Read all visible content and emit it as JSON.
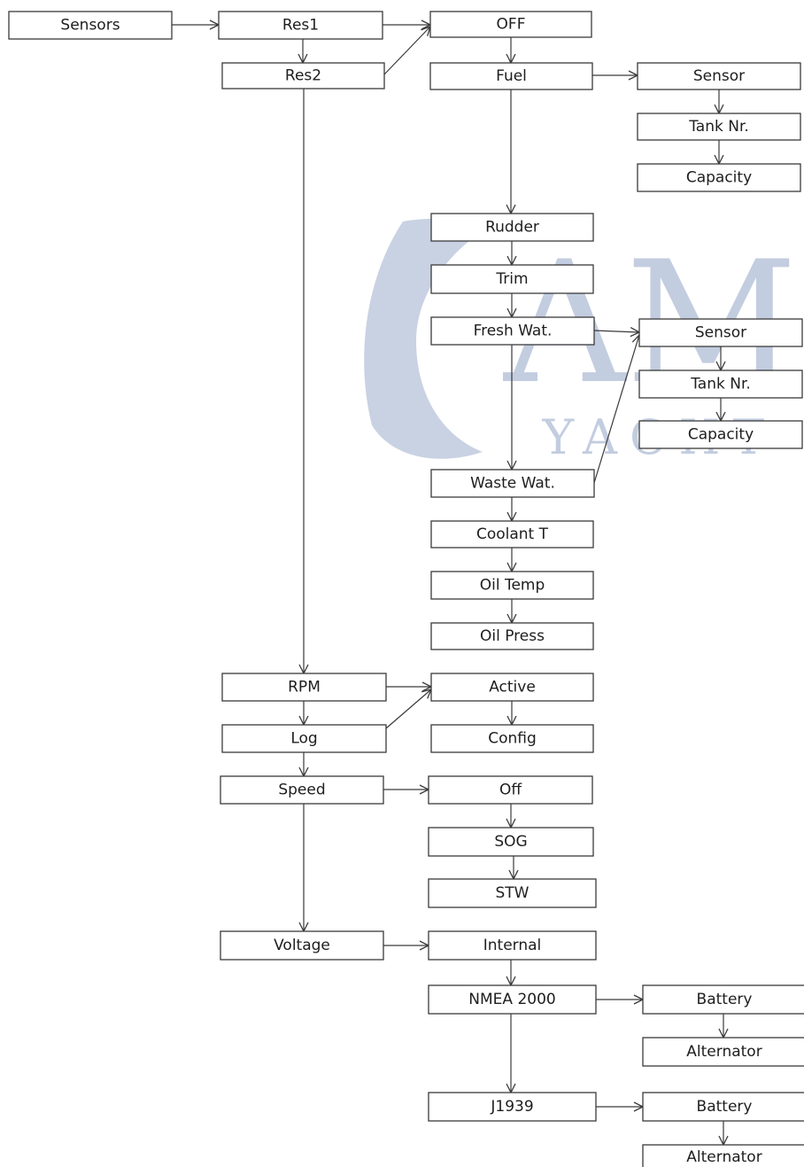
{
  "watermark": {
    "big": "AM",
    "sub": "YACHT"
  },
  "colors": {
    "stroke": "#3a3a3a",
    "watermark": "#c3cde0"
  },
  "nodes": {
    "sensors": "Sensors",
    "res1": "Res1",
    "res2": "Res2",
    "off_top": "OFF",
    "fuel": "Fuel",
    "fuel_sensor": "Sensor",
    "fuel_tank": "Tank Nr.",
    "fuel_capacity": "Capacity",
    "rudder": "Rudder",
    "trim": "Trim",
    "fresh_wat": "Fresh Wat.",
    "water_sensor": "Sensor",
    "water_tank": "Tank Nr.",
    "water_capacity": "Capacity",
    "waste_wat": "Waste Wat.",
    "coolant_t": "Coolant T",
    "oil_temp": "Oil Temp",
    "oil_press": "Oil Press",
    "rpm": "RPM",
    "log": "Log",
    "active": "Active",
    "config": "Config",
    "speed": "Speed",
    "speed_off": "Off",
    "sog": "SOG",
    "stw": "STW",
    "voltage": "Voltage",
    "internal": "Internal",
    "nmea2000": "NMEA 2000",
    "nmea_battery": "Battery",
    "nmea_alternator": "Alternator",
    "j1939": "J1939",
    "j1939_battery": "Battery",
    "j1939_alternator": "Alternator"
  }
}
